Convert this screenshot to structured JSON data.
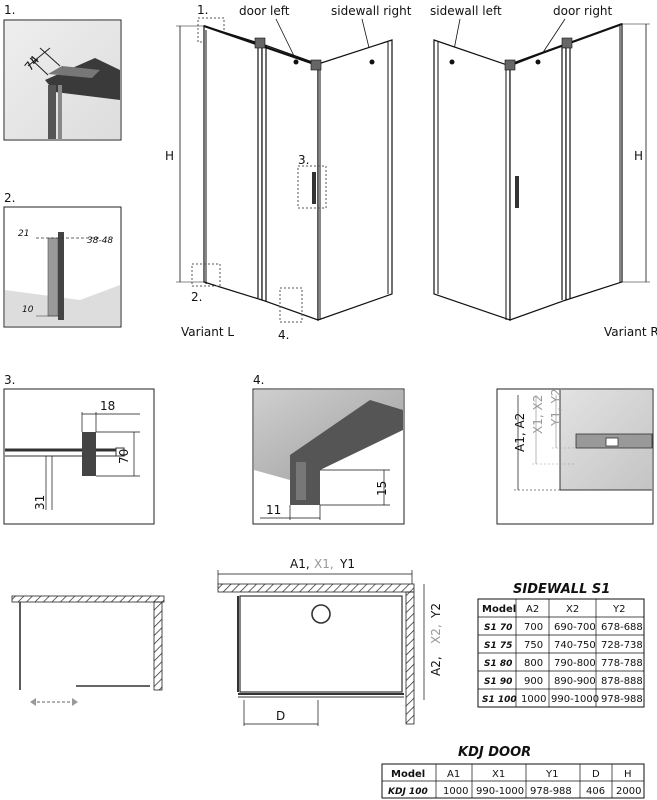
{
  "callouts": {
    "one": "1.",
    "two": "2.",
    "three": "3.",
    "four": "4."
  },
  "detail1": {
    "dim": "74"
  },
  "detail2": {
    "d21": "21",
    "d3848": "38-48",
    "d10": "10"
  },
  "variant_l": {
    "door_left": "door left",
    "sidewall_right": "sidewall right",
    "h": "H",
    "caption": "Variant L"
  },
  "variant_r": {
    "sidewall_left": "sidewall left",
    "door_right": "door right",
    "h": "H",
    "caption": "Variant R"
  },
  "detail3": {
    "d18": "18",
    "d70": "70",
    "d31": "31"
  },
  "detail4": {
    "d15": "15",
    "d11": "11"
  },
  "detail5": {
    "a": "A1, A2",
    "x": "X1, X2",
    "y": "Y1, Y2"
  },
  "plan": {
    "top": "A1,",
    "top_x": "X1,",
    "top_y": "Y1",
    "right": "A2,",
    "right_x": "X2,",
    "right_y": "Y2",
    "d": "D"
  },
  "sidewall_table": {
    "title": "SIDEWALL S1",
    "headers": [
      "Model",
      "A2",
      "X2",
      "Y2"
    ],
    "rows": [
      [
        "S1 70",
        "700",
        "690-700",
        "678-688"
      ],
      [
        "S1 75",
        "750",
        "740-750",
        "728-738"
      ],
      [
        "S1 80",
        "800",
        "790-800",
        "778-788"
      ],
      [
        "S1 90",
        "900",
        "890-900",
        "878-888"
      ],
      [
        "S1 100",
        "1000",
        "990-1000",
        "978-988"
      ]
    ]
  },
  "door_table": {
    "title": "KDJ DOOR",
    "headers": [
      "Model",
      "A1",
      "X1",
      "Y1",
      "D",
      "H"
    ],
    "rows": [
      [
        "KDJ 100",
        "1000",
        "990-1000",
        "978-988",
        "406",
        "2000"
      ]
    ]
  }
}
